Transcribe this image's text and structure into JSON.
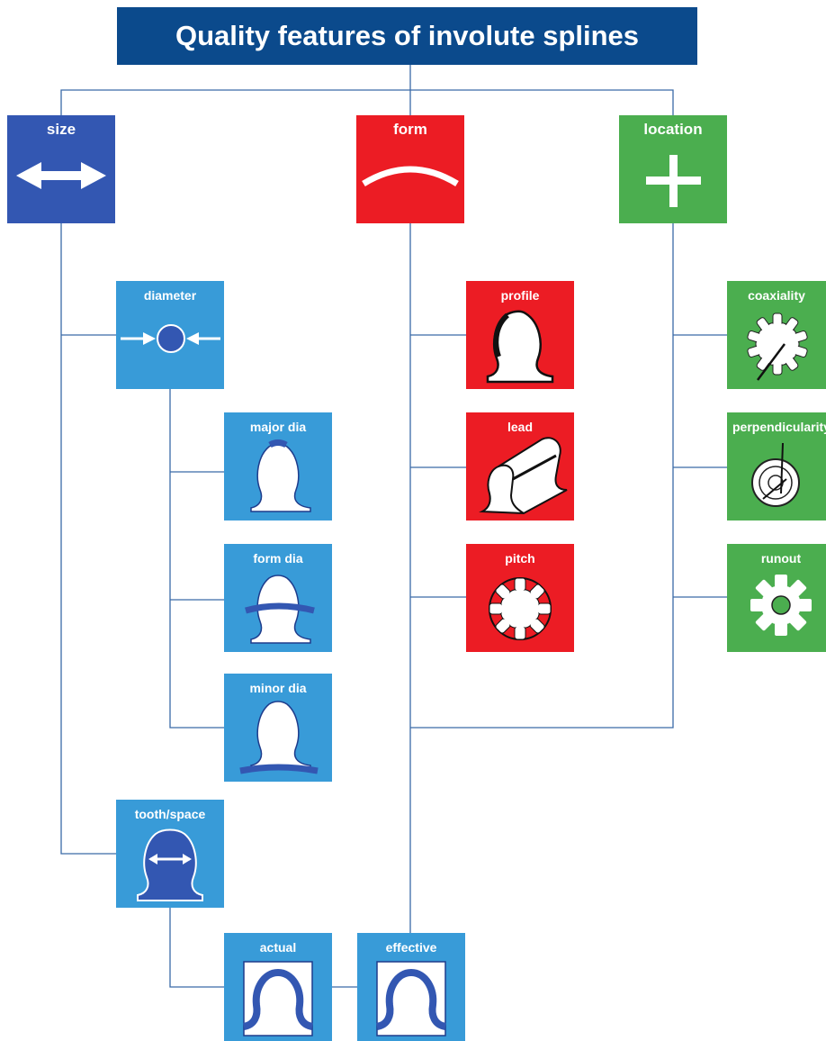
{
  "title": "Quality features of involute splines",
  "categories": {
    "size": "size",
    "form": "form",
    "location": "location"
  },
  "size_items": {
    "diameter": "diameter",
    "major_dia": "major dia",
    "form_dia": "form dia",
    "minor_dia": "minor dia",
    "tooth_space": "tooth/space",
    "actual": "actual",
    "effective": "effective"
  },
  "form_items": {
    "profile": "profile",
    "lead": "lead",
    "pitch": "pitch"
  },
  "location_items": {
    "coaxiality": "coaxiality",
    "perpendicularity": "perpendicularity",
    "runout": "runout"
  },
  "colors": {
    "title_bg": "#0b4a8c",
    "size": "#3357b2",
    "size_sub": "#389bd8",
    "form": "#ec1c24",
    "location": "#4bae4f",
    "connector": "#3a6aa8"
  }
}
